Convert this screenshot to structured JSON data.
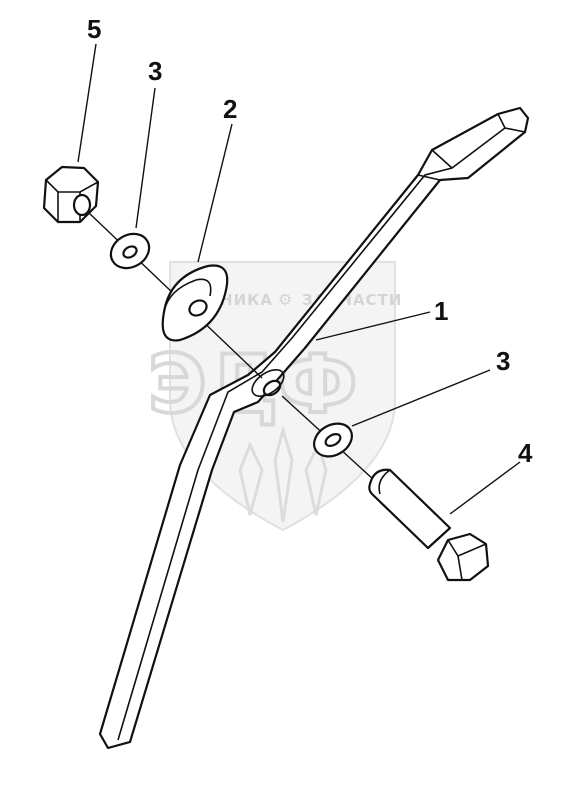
{
  "watermark": {
    "brand_big": "ЭДФ",
    "left_text": "ТЕХНИКА",
    "right_text": "ЗАПЧАСТИ"
  },
  "callouts": [
    {
      "id": "5",
      "label": "5"
    },
    {
      "id": "3a",
      "label": "3"
    },
    {
      "id": "2",
      "label": "2"
    },
    {
      "id": "1",
      "label": "1"
    },
    {
      "id": "3b",
      "label": "3"
    },
    {
      "id": "4",
      "label": "4"
    }
  ],
  "colors": {
    "line": "#111111",
    "watermark": "#d4d4d4",
    "background": "#ffffff"
  }
}
